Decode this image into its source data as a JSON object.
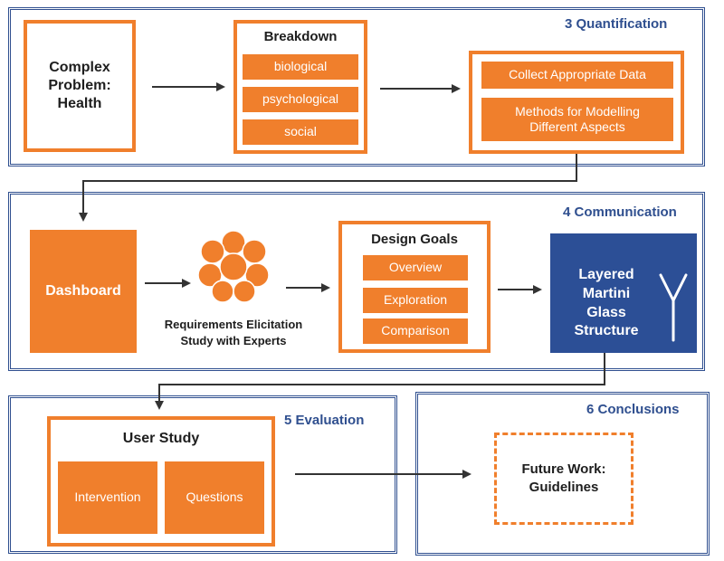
{
  "sections": {
    "quantification": {
      "title": "3 Quantification"
    },
    "communication": {
      "title": "4 Communication"
    },
    "evaluation": {
      "title": "5 Evaluation"
    },
    "conclusions": {
      "title": "6 Conclusions"
    }
  },
  "complex_problem": {
    "line1": "Complex",
    "line2": "Problem:",
    "line3": "Health"
  },
  "breakdown": {
    "title": "Breakdown",
    "items": [
      "biological",
      "psychological",
      "social"
    ]
  },
  "quant_methods": {
    "collect": "Collect Appropriate Data",
    "methods_line1": "Methods for Modelling",
    "methods_line2": "Different Aspects"
  },
  "dashboard": {
    "label": "Dashboard"
  },
  "requirements": {
    "line1": "Requirements Elicitation",
    "line2": "Study with Experts"
  },
  "design_goals": {
    "title": "Design Goals",
    "items": [
      "Overview",
      "Exploration",
      "Comparison"
    ]
  },
  "martini": {
    "line1": "Layered",
    "line2": "Martini",
    "line3": "Glass",
    "line4": "Structure"
  },
  "user_study": {
    "title": "User Study",
    "intervention": "Intervention",
    "questions": "Questions"
  },
  "future_work": {
    "line1": "Future Work:",
    "line2": "Guidelines"
  },
  "colors": {
    "orange": "#f07f2c",
    "navy": "#2f4f8f",
    "martini_fill": "#2c4f96"
  }
}
